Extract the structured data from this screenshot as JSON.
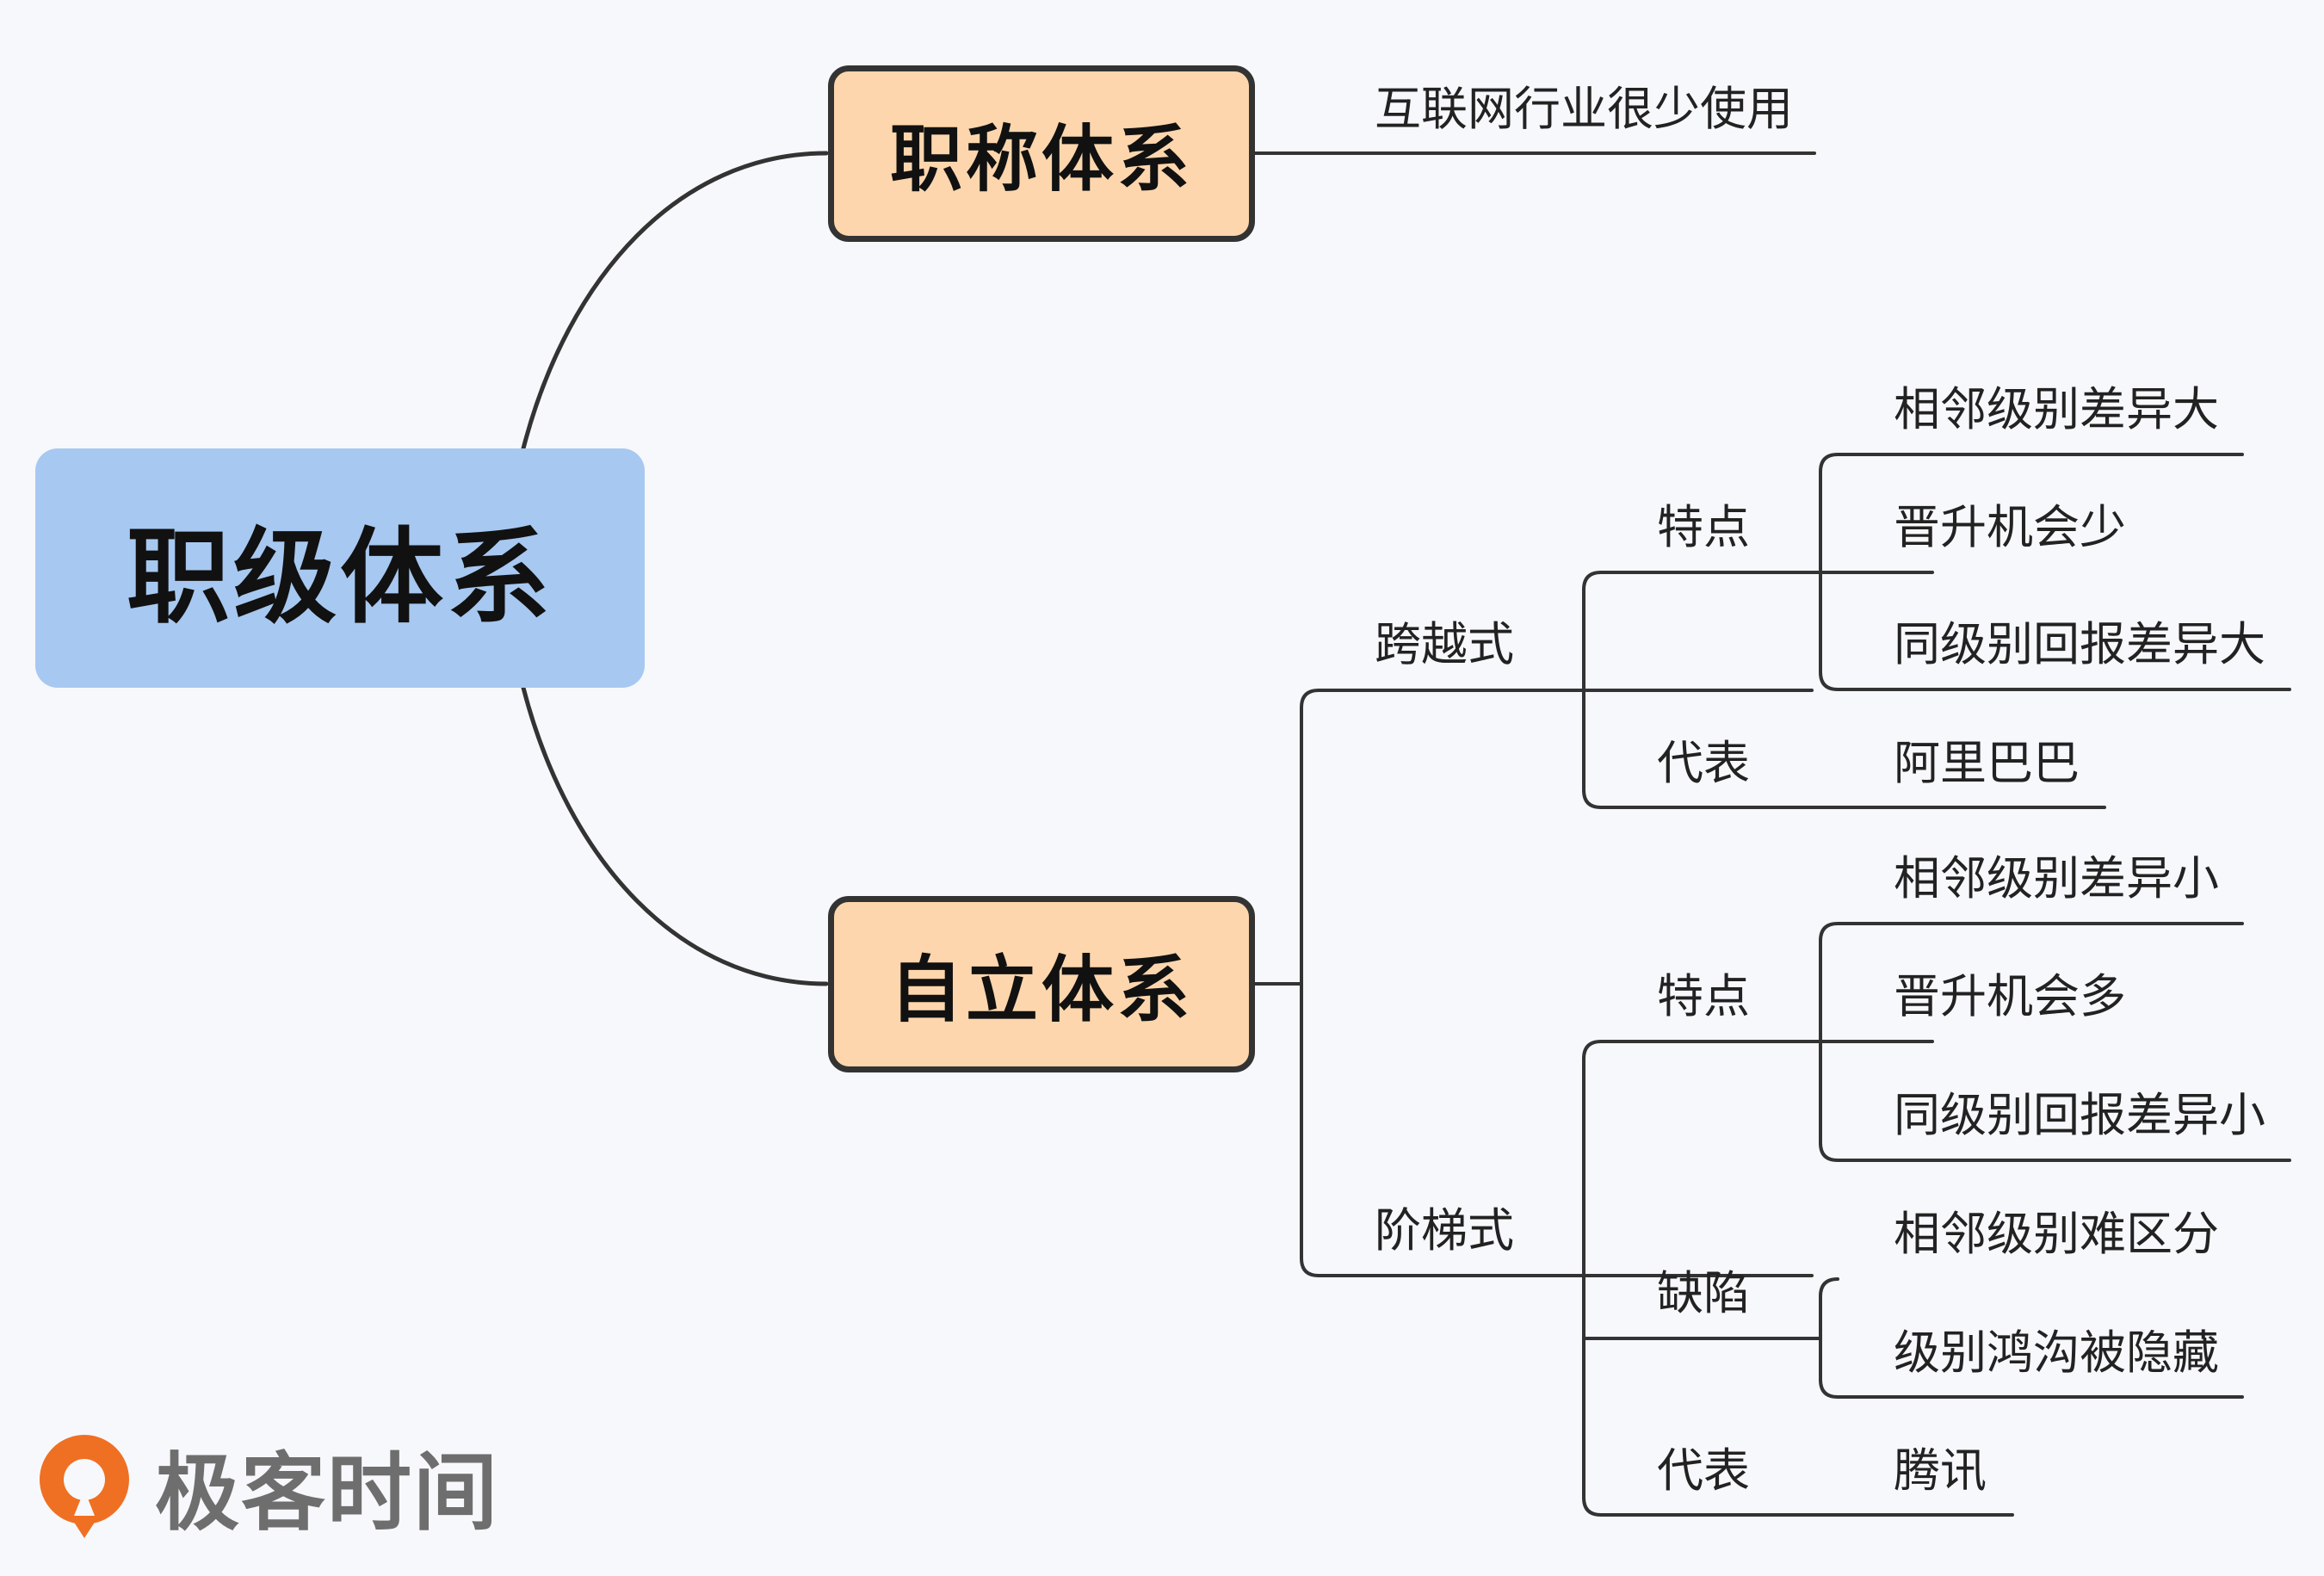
{
  "root": {
    "label": "职级体系"
  },
  "branches": {
    "title_system": {
      "label": "职称体系",
      "note": "互联网行业很少使用"
    },
    "own_system": {
      "label": "自立体系",
      "leapfrog": {
        "label": "跨越式",
        "features": {
          "label": "特点",
          "items": [
            "相邻级别差异大",
            "晋升机会少",
            "同级别回报差异大"
          ]
        },
        "representative": {
          "label": "代表",
          "value": "阿里巴巴"
        }
      },
      "ladder": {
        "label": "阶梯式",
        "features": {
          "label": "特点",
          "items": [
            "相邻级别差异小",
            "晋升机会多",
            "同级别回报差异小"
          ]
        },
        "drawbacks": {
          "label": "缺陷",
          "items": [
            "相邻级别难区分",
            "级别鸿沟被隐藏"
          ]
        },
        "representative": {
          "label": "代表",
          "value": "腾讯"
        }
      }
    }
  },
  "brand": {
    "name": "极客时间",
    "color": "#ef7022"
  },
  "colors": {
    "root_fill": "#a7c8f0",
    "main_fill": "#fdd6ad",
    "line": "#333333",
    "background": "#f6f8fb"
  }
}
